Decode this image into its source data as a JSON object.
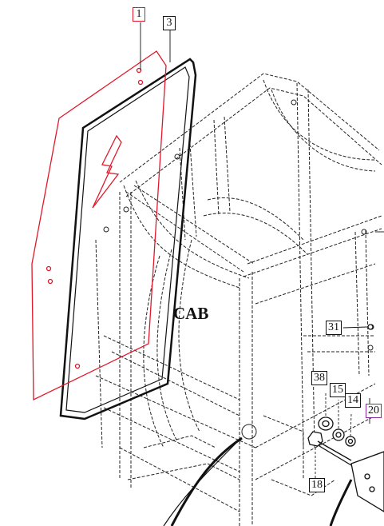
{
  "diagram": {
    "section_label": "CAB",
    "colors": {
      "highlight_part": "#e0182a",
      "seal_part": "#111111",
      "frame_lines": "#222222",
      "callout_selected_red": "#e0182a",
      "callout_selected_purple": "#8a2aa0"
    },
    "callouts": [
      {
        "id": "c1",
        "label": "1",
        "highlight": "red"
      },
      {
        "id": "c3",
        "label": "3"
      },
      {
        "id": "c31",
        "label": "31"
      },
      {
        "id": "c38",
        "label": "38"
      },
      {
        "id": "c15",
        "label": "15"
      },
      {
        "id": "c14",
        "label": "14"
      },
      {
        "id": "c20",
        "label": "20",
        "highlight": "purple"
      },
      {
        "id": "c18",
        "label": "18"
      }
    ]
  }
}
